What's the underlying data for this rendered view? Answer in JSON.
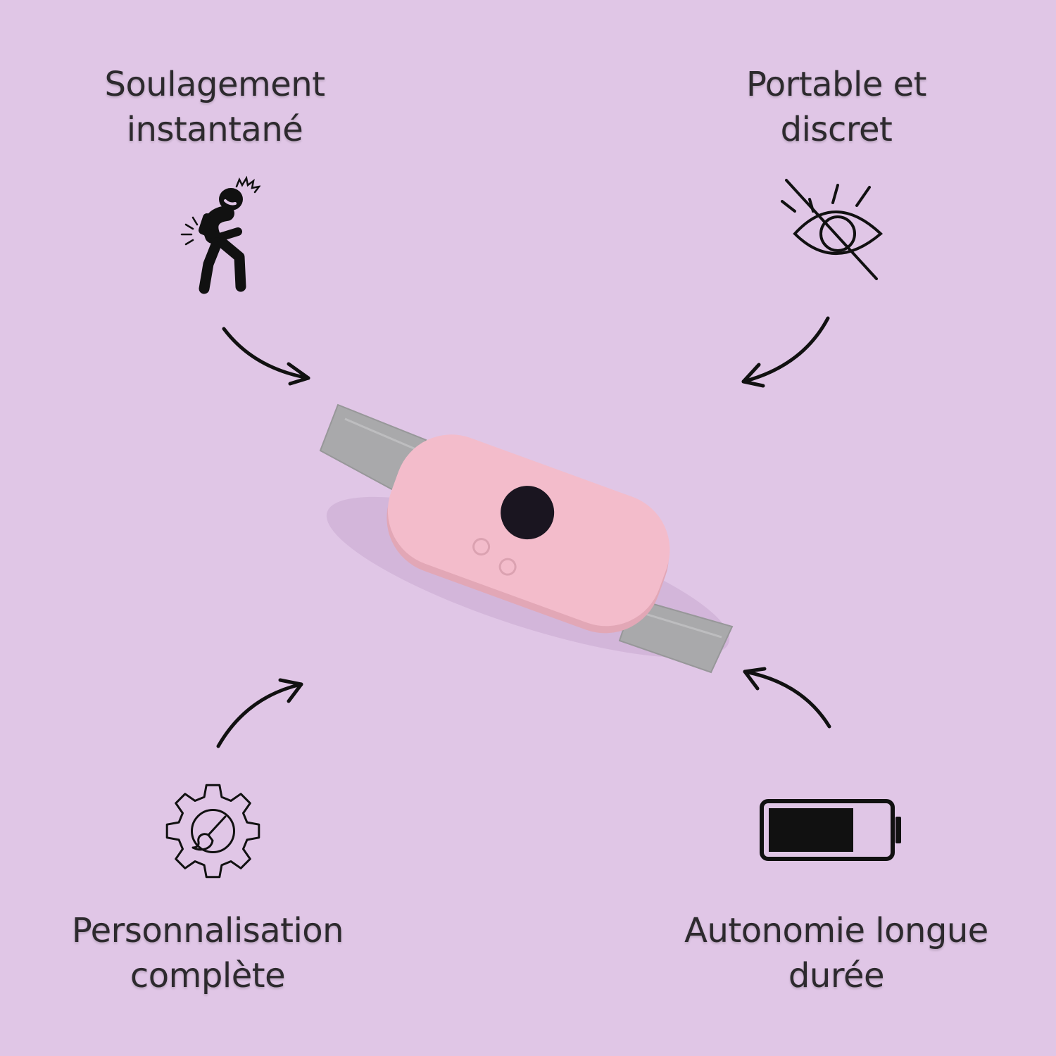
{
  "colors": {
    "background": "#e0c6e6",
    "text": "#2d2a2e",
    "icon": "#111111",
    "device_pink": "#f3bccb",
    "strap_grey": "#a9a9ab"
  },
  "features": {
    "top_left": {
      "line1": "Soulagement",
      "line2": "instantané",
      "icon": "stomach-pain-person-icon"
    },
    "top_right": {
      "line1": "Portable et",
      "line2": "discret",
      "icon": "eye-slash-icon"
    },
    "bottom_left": {
      "line1": "Personnalisation",
      "line2": "complète",
      "icon": "gear-brush-icon"
    },
    "bottom_right": {
      "line1": "Autonomie longue",
      "line2": "durée",
      "icon": "battery-icon"
    }
  },
  "product": {
    "name": "heating-belt-device"
  }
}
